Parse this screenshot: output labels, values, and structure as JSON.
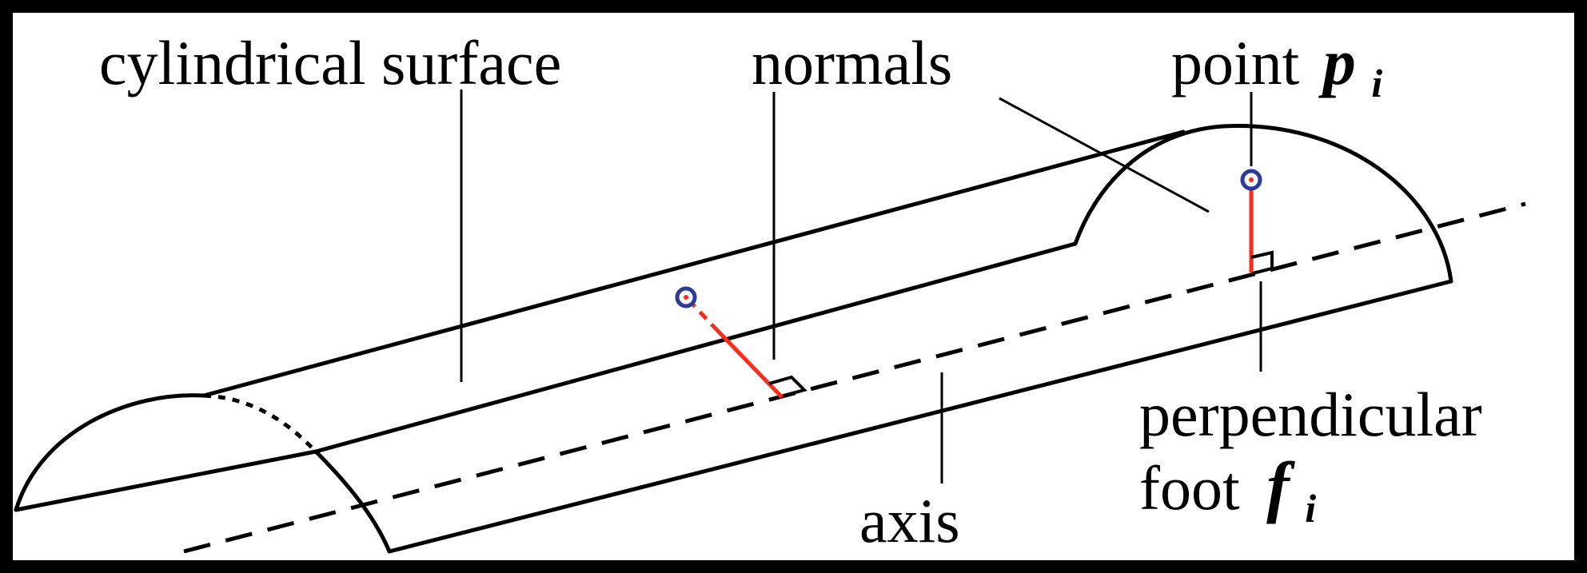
{
  "labels": {
    "cylindrical_surface": "cylindrical surface",
    "normals": "normals",
    "point_prefix": "point",
    "point_symbol": "p",
    "point_subscript": "i",
    "perpendicular": "perpendicular",
    "foot_prefix": "foot",
    "foot_symbol": "f",
    "foot_subscript": "i",
    "axis": "axis"
  },
  "colors": {
    "frame": "#000000",
    "background": "#ffffff",
    "lines": "#000000",
    "normal_line": "#ff2a1a",
    "point_ring": "#2b3a9e",
    "point_center": "#ff2a1a"
  }
}
